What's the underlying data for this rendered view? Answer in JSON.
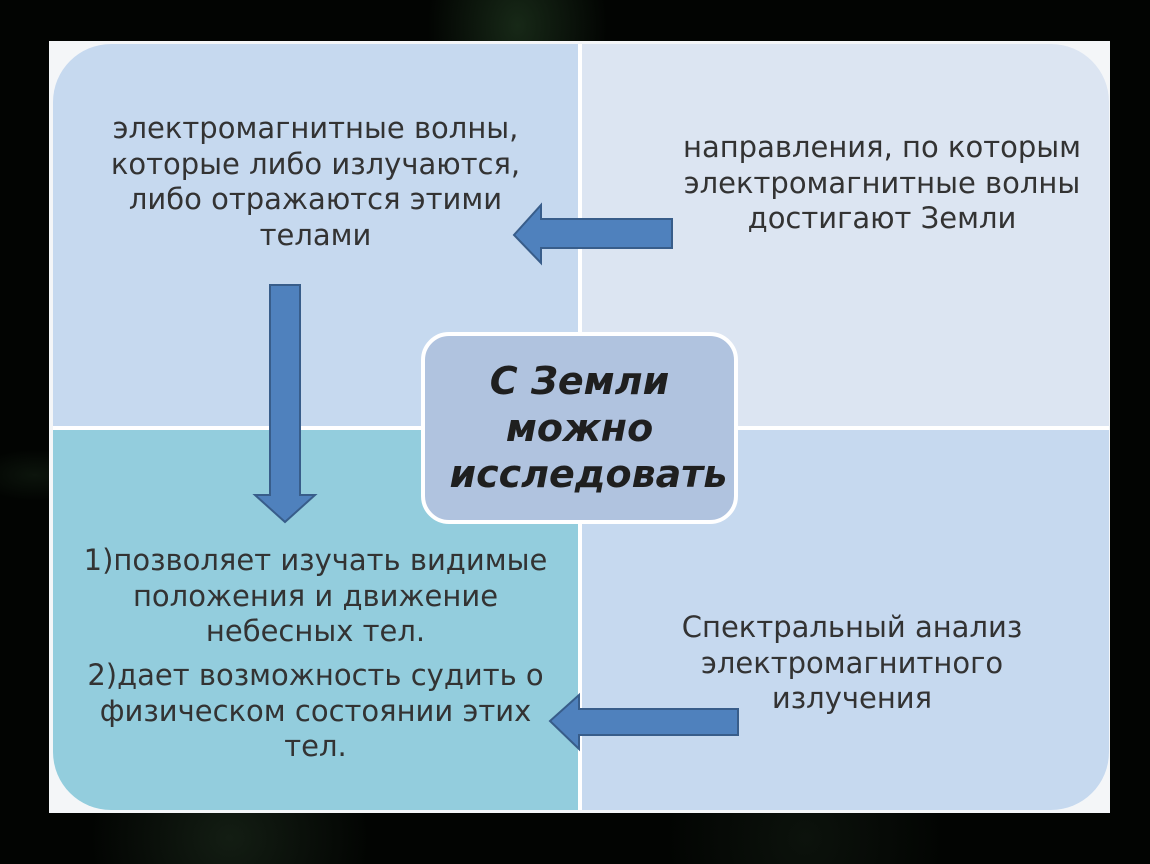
{
  "diagram": {
    "center": "С Земли можно исследовать",
    "top_left": "электромагнитные волны, которые либо излучаются, либо отражаются этими телами",
    "top_right": "направления, по которым электромагнитные волны достигают Земли",
    "bottom_left": [
      "1)позволяет изучать видимые положения и движение небесных тел.",
      "2)дает возможность судить о физическом состоянии этих тел."
    ],
    "bottom_right": "Спектральный анализ электромагнитного излучения"
  },
  "colors": {
    "background": "#000000",
    "top_left_fill": "#c6d9ef",
    "top_right_fill": "#dce5f2",
    "bottom_left_fill": "#93cddd",
    "bottom_right_fill": "#c6d9ef",
    "center_fill": "#b0c3df",
    "arrow_fill": "#4f81bd",
    "arrow_stroke": "#385d8a",
    "text": "#333333"
  },
  "icons": [
    "arrow-left-icon",
    "arrow-down-icon"
  ]
}
